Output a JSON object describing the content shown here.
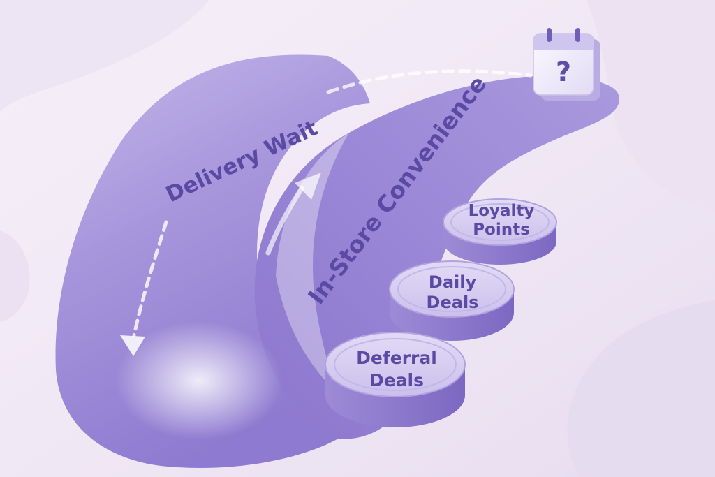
{
  "paths": {
    "delivery_label": "Delivery Wait",
    "instore_label": "In-Store Convenience"
  },
  "calendar": {
    "symbol": "?",
    "icon": "calendar-question-icon"
  },
  "tokens": [
    {
      "line1": "Loyalty",
      "line2": "Points"
    },
    {
      "line1": "Daily",
      "line2": "Deals"
    },
    {
      "line1": "Deferral",
      "line2": "Deals"
    }
  ],
  "colors": {
    "background": "#f1e9f5",
    "path_light": "#b4a5e2",
    "path_dark": "#8f7ad0",
    "label": "#5b4aa3",
    "token_top": "#d8d0f1",
    "token_side": "#8e7ccc"
  }
}
